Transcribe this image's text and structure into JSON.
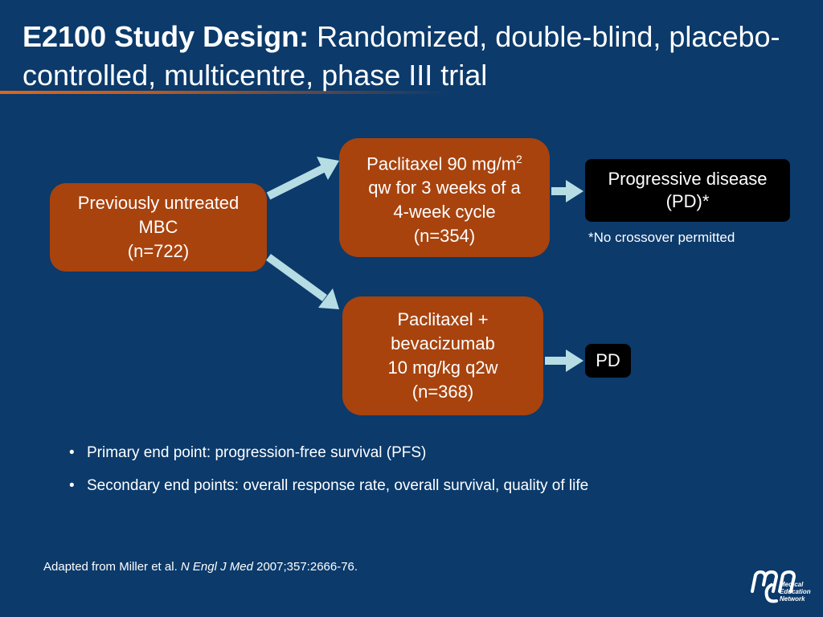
{
  "header": {
    "title_bold": "E2100 Study Design:",
    "title_rest": " Randomized, double-blind, placebo-controlled, multicentre, phase III trial"
  },
  "diagram": {
    "start": {
      "line1": "Previously untreated",
      "line2": "MBC",
      "line3": "(n=722)"
    },
    "arm1": {
      "line1_main": "Paclitaxel 90 mg/m",
      "line1_sup": "2",
      "line2": "qw for 3 weeks of a",
      "line3": "4-week cycle",
      "line4": "(n=354)"
    },
    "arm2": {
      "line1": "Paclitaxel +",
      "line2": "bevacizumab",
      "line3": "10 mg/kg q2w",
      "line4": "(n=368)"
    },
    "outcome1": {
      "line1": "Progressive disease",
      "line2": "(PD)*"
    },
    "outcome2": {
      "line1": "PD"
    },
    "note": "*No crossover permitted"
  },
  "bullets": [
    "Primary end point: progression-free survival (PFS)",
    "Secondary end points: overall response rate, overall survival, quality of life"
  ],
  "bullet_glyph": "•",
  "reference": {
    "prefix": "Adapted from Miller et al. ",
    "journal": "N Engl J Med",
    "suffix": " 2007;357:2666-76."
  },
  "logo": {
    "line1": "Medical",
    "line2": "Education",
    "line3": "Network"
  },
  "colors": {
    "background": "#0b3a6b",
    "box": "#a8430e",
    "arrow": "#b5dde3",
    "outcome": "#000000",
    "accent": "#e0661a"
  }
}
